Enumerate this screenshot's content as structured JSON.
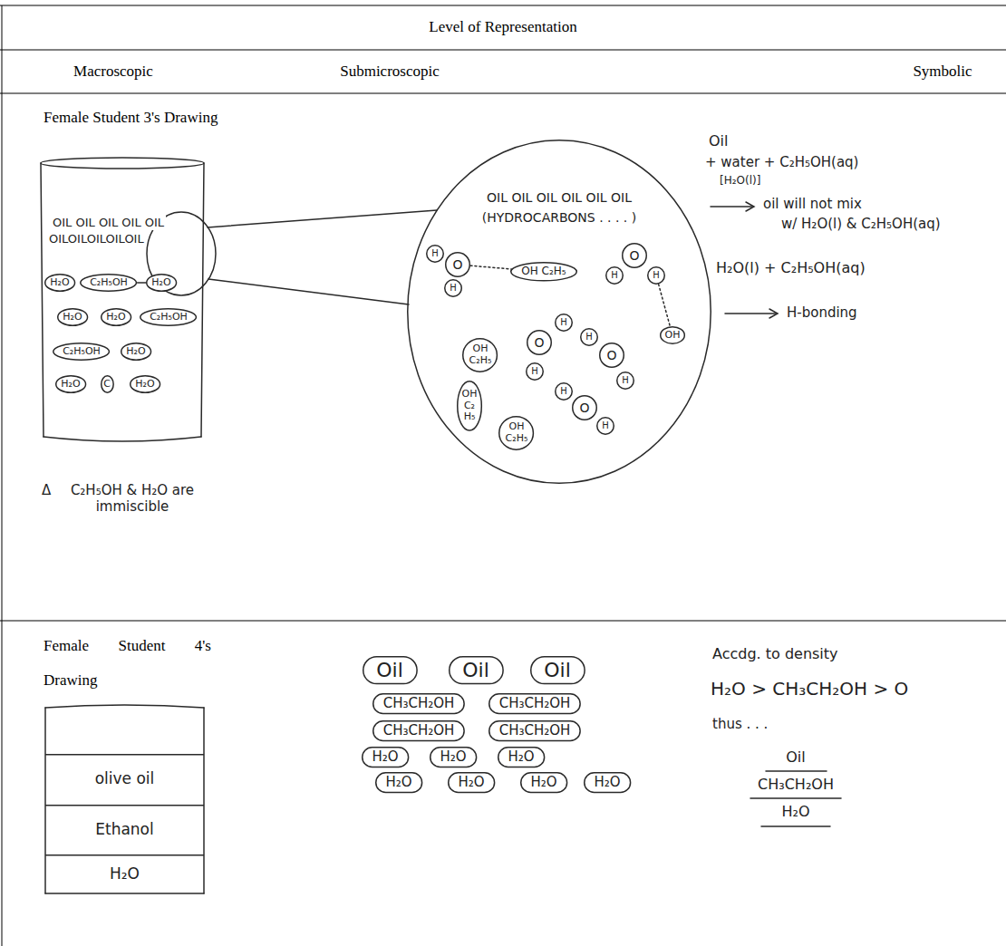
{
  "diagram": {
    "nodes": [
      {
        "text": [
          "H₂O"
        ]
      },
      {
        "text": [
          "C₂H₅OH"
        ]
      },
      {
        "text": [
          "H₂O"
        ]
      },
      {
        "text": [
          "H₂O"
        ]
      },
      {
        "text": [
          "H₂O"
        ]
      },
      {
        "text": [
          "C₂H₅OH"
        ]
      },
      {
        "text": [
          "C₂H₅OH"
        ]
      },
      {
        "text": [
          "H₂O"
        ]
      },
      {
        "text": [
          "H₂O"
        ]
      },
      {
        "text": [
          "C"
        ]
      },
      {
        "text": [
          "H₂O"
        ]
      },
      {
        "text": [
          "OIL OIL OIL OIL OIL OIL",
          "(HYDROCARBONS . . . . )"
        ]
      },
      {
        "text": [
          "H"
        ],
        "in": 11
      },
      {
        "text": [
          "O"
        ],
        "in": 11
      },
      {
        "text": [
          "H"
        ],
        "in": 11
      },
      {
        "text": [
          "OH C₂H₅"
        ],
        "in": 11
      },
      {
        "text": [
          "O"
        ],
        "in": 11
      },
      {
        "text": [
          "H"
        ],
        "in": 11
      },
      {
        "text": [
          "H"
        ],
        "in": 11
      },
      {
        "text": [
          "H"
        ],
        "in": 11
      },
      {
        "text": [
          "OH"
        ],
        "in": 11
      },
      {
        "text": [
          "O"
        ],
        "in": 11
      },
      {
        "text": [
          "H"
        ],
        "in": 11
      },
      {
        "text": [
          "OH C₂H₅"
        ],
        "in": 11
      },
      {
        "text": [
          "O"
        ],
        "in": 11
      },
      {
        "text": [
          "H"
        ],
        "in": 11
      },
      {
        "text": [
          "H"
        ],
        "in": 11
      },
      {
        "text": [
          "H"
        ],
        "in": 11
      },
      {
        "text": [
          "OH C₂ H₅"
        ],
        "in": 11
      },
      {
        "text": [
          "O"
        ],
        "in": 11
      },
      {
        "text": [
          "H"
        ],
        "in": 11
      },
      {
        "text": [
          "OH C₂H₅"
        ],
        "in": 11
      },
      {
        "text": [
          "olive oil"
        ]
      },
      {
        "text": [
          "Ethanol"
        ]
      },
      {
        "text": [
          "H₂O"
        ]
      },
      {
        "text": [
          "Oil"
        ]
      },
      {
        "text": [
          "Oil"
        ]
      },
      {
        "text": [
          "Oil"
        ]
      },
      {
        "text": [
          "CH₃CH₂OH"
        ]
      },
      {
        "text": [
          "CH₃CH₂OH"
        ]
      },
      {
        "text": [
          "CH₃CH₂OH"
        ]
      },
      {
        "text": [
          "CH₃CH₂OH"
        ]
      },
      {
        "text": [
          "H₂O"
        ]
      },
      {
        "text": [
          "H₂O"
        ]
      },
      {
        "text": [
          "H₂O"
        ]
      },
      {
        "text": [
          "H₂O"
        ]
      },
      {
        "text": [
          "H₂O"
        ]
      },
      {
        "text": [
          "H₂O"
        ]
      },
      {
        "text": [
          "H₂O"
        ]
      }
    ],
    "edges": [
      {
        "from": 1,
        "to": 2,
        "arrow": "none"
      },
      {
        "from": 13,
        "to": 15,
        "arrow": "none"
      },
      {
        "from": 18,
        "to": 20,
        "arrow": "none"
      }
    ],
    "labels": [
      "Level of Representation",
      "Macroscopic",
      "Submicroscopic",
      "Symbolic",
      "Female Student 3's Drawing",
      "OIL OIL OIL OIL OIL",
      "OILOILOILOILOIL",
      "Δ",
      "C₂H₅OH & H₂O are immiscible",
      "Oil",
      "+ water + C₂H₅OH(aq)",
      "[H₂O(l)]",
      "oil will not mix",
      "w/ H₂O(l) & C₂H₅OH(aq)",
      "H₂O(l) + C₂H₅OH(aq)",
      "H-bonding",
      "Female Student 4's Drawing",
      "Accdg. to density",
      "H₂O > CH₃CH₂OH > O",
      "thus . . .",
      "Oil",
      "CH₃CH₂OH",
      "H₂O"
    ]
  }
}
